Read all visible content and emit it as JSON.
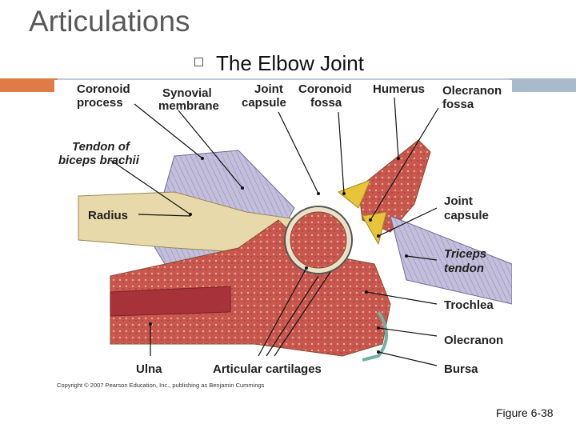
{
  "slide": {
    "title": "Articulations",
    "bullet": "The Elbow Joint",
    "figure_ref": "Figure 6-38"
  },
  "figure": {
    "labels": {
      "coronoid_process": [
        "Coronoid",
        "process"
      ],
      "synovial_membrane": [
        "Synovial",
        "membrane"
      ],
      "joint_capsule_top": [
        "Joint",
        "capsule"
      ],
      "coronoid_fossa": [
        "Coronoid",
        "fossa"
      ],
      "humerus": "Humerus",
      "olecranon_fossa": [
        "Olecranon",
        "fossa"
      ],
      "tendon_biceps": [
        "Tendon of",
        "biceps brachii"
      ],
      "radius": "Radius",
      "joint_capsule_right": [
        "Joint",
        "capsule"
      ],
      "triceps_tendon": [
        "Triceps",
        "tendon"
      ],
      "trochlea": "Trochlea",
      "olecranon": "Olecranon",
      "ulna": "Ulna",
      "articular_cartilages": "Articular cartilages",
      "bursa": "Bursa"
    },
    "copyright": "Copyright © 2007 Pearson Education, Inc., publishing as Benjamin Cummings"
  },
  "colors": {
    "accent_orange": "#e07b47",
    "accent_blue": "#a9bacd",
    "bone_red": "#c8584f",
    "cartilage": "#e9e2c9",
    "fat_yellow": "#e8c43a",
    "tendon": "#b9b5d3",
    "bursa": "#6fb2a4"
  }
}
